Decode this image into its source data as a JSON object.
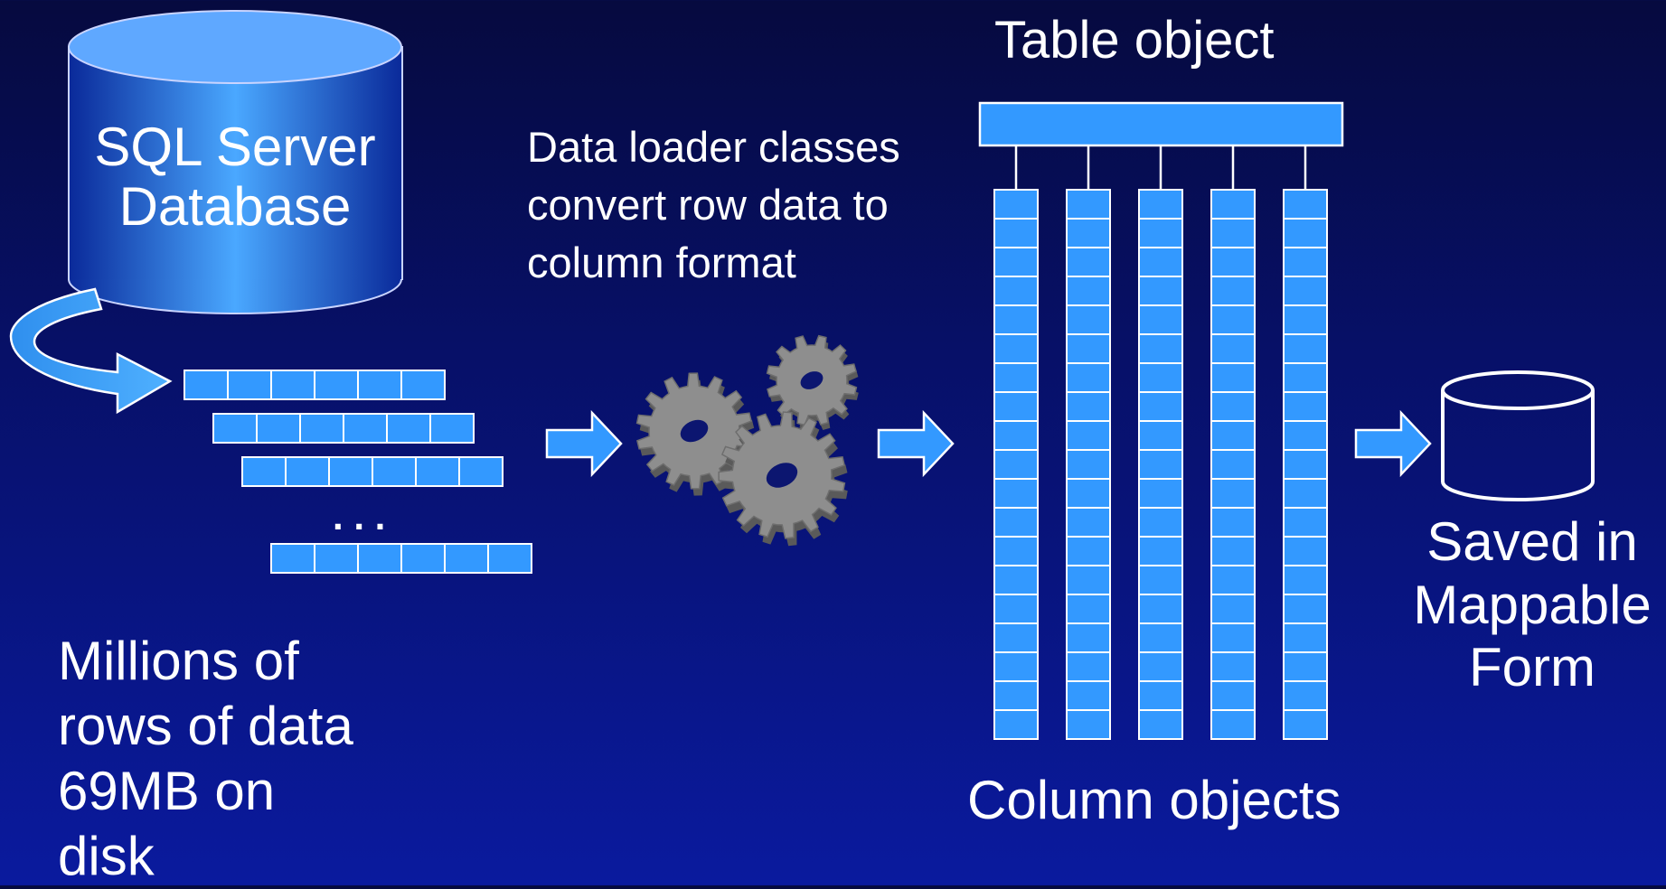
{
  "diagram": {
    "database_label": "SQL Server\nDatabase",
    "process_label": "Data loader classes\nconvert row data to\ncolumn format",
    "table_label": "Table object",
    "columns_label": "Column objects",
    "saved_label": "Saved in\nMappable\nForm",
    "rows_label": "Millions of\nrows of data\n69MB on\ndisk",
    "ellipsis": ". . .",
    "row_records": 4,
    "cells_per_row": 6,
    "column_objects": 5,
    "cells_per_column": 19
  },
  "colors": {
    "background_top": "#060a3f",
    "background_bottom": "#0a1a9e",
    "accent_blue": "#3399ff",
    "outline": "#ffffff",
    "gear_gray": "#8e8e8e"
  },
  "icons": {
    "database": "cylinder-icon",
    "process": "gears-icon",
    "storage": "cylinder-outline-icon",
    "flow": "arrow-right-icon"
  }
}
